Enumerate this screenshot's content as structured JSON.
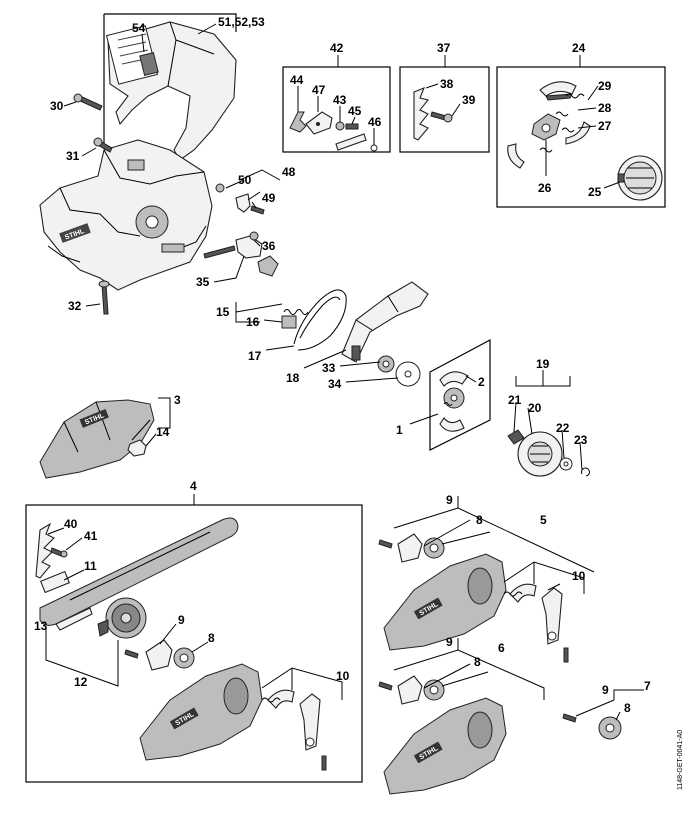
{
  "labels": {
    "l51": "51,52,53",
    "l54": "54",
    "l30": "30",
    "l31": "31",
    "l32": "32",
    "l42": "42",
    "l44": "44",
    "l47": "47",
    "l43": "43",
    "l45": "45",
    "l46": "46",
    "l37": "37",
    "l38": "38",
    "l39": "39",
    "l24": "24",
    "l29": "29",
    "l28": "28",
    "l27": "27",
    "l26": "26",
    "l25": "25",
    "l50": "50",
    "l48": "48",
    "l49": "49",
    "l36": "36",
    "l35": "35",
    "l15": "15",
    "l16": "16",
    "l17": "17",
    "l18": "18",
    "l33": "33",
    "l34": "34",
    "l2": "2",
    "l1": "1",
    "l19": "19",
    "l21": "21",
    "l20": "20",
    "l22": "22",
    "l23": "23",
    "l3": "3",
    "l14": "14",
    "l4": "4",
    "l40": "40",
    "l41": "41",
    "l11": "11",
    "l13": "13",
    "l12": "12",
    "l9a": "9",
    "l8a": "8",
    "l10a": "10",
    "l9b": "9",
    "l5": "5",
    "l8b": "8",
    "l10b": "10",
    "l9c": "9",
    "l6": "6",
    "l8c": "8",
    "l7": "7",
    "l9d": "9",
    "l8d": "8"
  },
  "brand_text": "STIHL",
  "figure_code": "1148-GET-0041-A0"
}
